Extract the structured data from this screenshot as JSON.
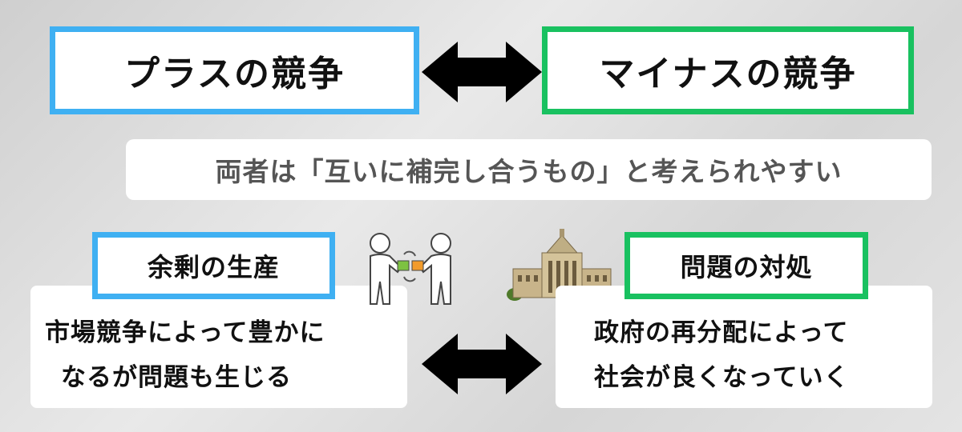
{
  "top": {
    "left_label": "プラスの競争",
    "right_label": "マイナスの競争"
  },
  "note": "両者は「互いに補完し合うもの」と考えられやすい",
  "bottom_left": {
    "title": "余剰の生産",
    "lines": [
      "市場競争によって豊かに",
      "なるが問題も生じる"
    ]
  },
  "bottom_right": {
    "title": "問題の対処",
    "lines": [
      "政府の再分配によって",
      "社会が良くなっていく"
    ]
  },
  "icons": [
    "double-arrow-icon",
    "exchange-people-icon",
    "parliament-building-icon"
  ],
  "colors": {
    "blue": "#3fb0f2",
    "green": "#19c160"
  }
}
